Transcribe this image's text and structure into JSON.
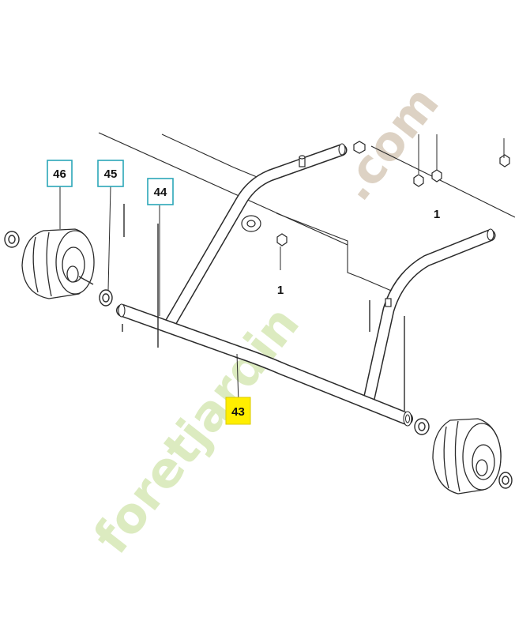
{
  "callouts": [
    {
      "id": "46",
      "style": "boxed-cyan"
    },
    {
      "id": "45",
      "style": "boxed-cyan"
    },
    {
      "id": "44",
      "style": "boxed-cyan"
    },
    {
      "id": "43",
      "style": "filled-yellow"
    }
  ],
  "plain_labels": [
    "1",
    "1"
  ],
  "watermark": {
    "main": "foretjardin",
    "suffix": ".com",
    "main_color": "#dcebc0",
    "suffix_color": "#ddd2c4"
  },
  "colors": {
    "line": "#2a2a2a",
    "callout_box_border": "#2ba6b8",
    "callout_highlight": "#ffee00"
  }
}
